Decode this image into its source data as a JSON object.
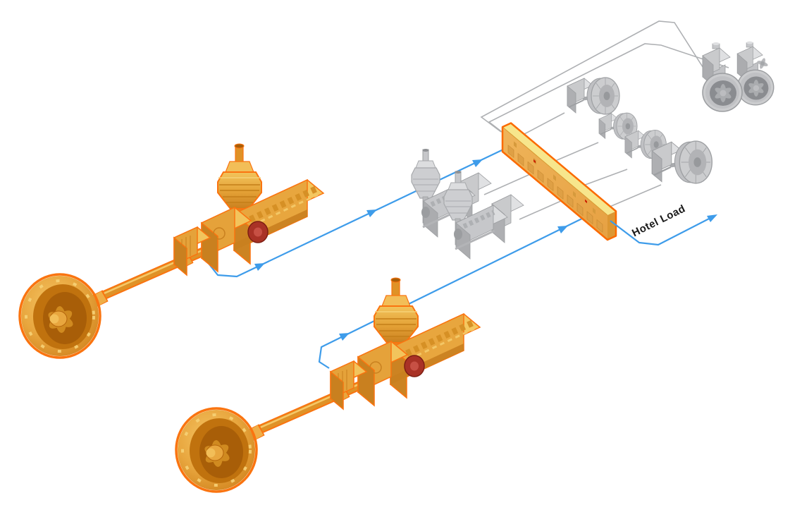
{
  "diagram": {
    "kind": "marine-hybrid-propulsion-system-diagram",
    "labels": {
      "hotel_load": "Hotel Load"
    },
    "colors": {
      "background": "#ffffff",
      "line_blue": "#3E9CEA",
      "line_gray": "#AEB0B3",
      "orange_outline": "#FA7410",
      "orange_light": "#F4C75F",
      "orange_mid": "#E8A63E",
      "orange_dark": "#C9801F",
      "switchboard_top": "#F7E68C",
      "switchboard_face": "#EBA94E",
      "switchboard_end": "#DC9733",
      "machine_gray_light": "#DFE0E2",
      "machine_gray_mid": "#C9CACC",
      "machine_gray_dark": "#ABACAF",
      "accent_red": "#A93226",
      "indicator_red": "#CC2000",
      "label_text": "#1a1a1a"
    },
    "components": {
      "propulsion_trains": 2,
      "generator_sets": 2,
      "main_switchboards": 1,
      "motor_consumers": 4,
      "tunnel_thrusters": 2
    }
  }
}
